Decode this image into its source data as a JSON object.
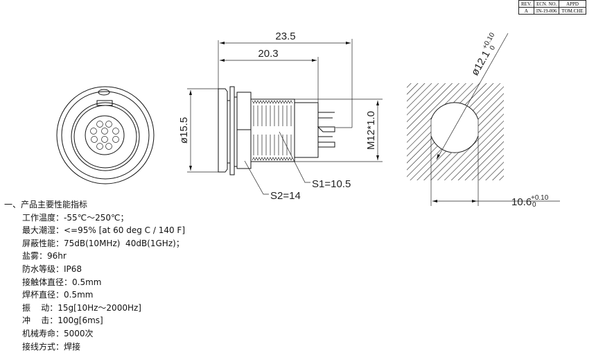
{
  "revision_table": {
    "headers": [
      "REV.",
      "ECN. NO.",
      "APPD"
    ],
    "row": [
      "A",
      "IN-19-006",
      "TOM.CHE"
    ]
  },
  "dimensions": {
    "overall_length": "23.5",
    "body_length": "20.3",
    "flange_diameter": "ø15.5",
    "thread": "M12*1.0",
    "s1": "S1=10.5",
    "s2": "S2=14",
    "cutout_diameter": "ø12.1",
    "cutout_diameter_tol_upper": "+0.10",
    "cutout_diameter_tol_lower": "0",
    "cutout_flat": "10.6",
    "cutout_flat_tol_upper": "+0.10",
    "cutout_flat_tol_lower": "0"
  },
  "specs": {
    "heading": "一、产品主要性能指标",
    "rows": [
      "工作温度：-55℃～250℃；",
      "最大潮湿：<=95% [at 60 deg C / 140 F]",
      "屏蔽性能：75dB(10MHz)  40dB(1GHz)；",
      "盐雾：96hr",
      "防水等级：IP68",
      "接触体直径：0.5mm",
      "焊杯直径：0.5mm",
      "振    动：15g[10Hz～2000Hz]",
      "冲    击：100g[6ms]",
      "机械寿命：5000次",
      "接线方式：焊接"
    ]
  }
}
